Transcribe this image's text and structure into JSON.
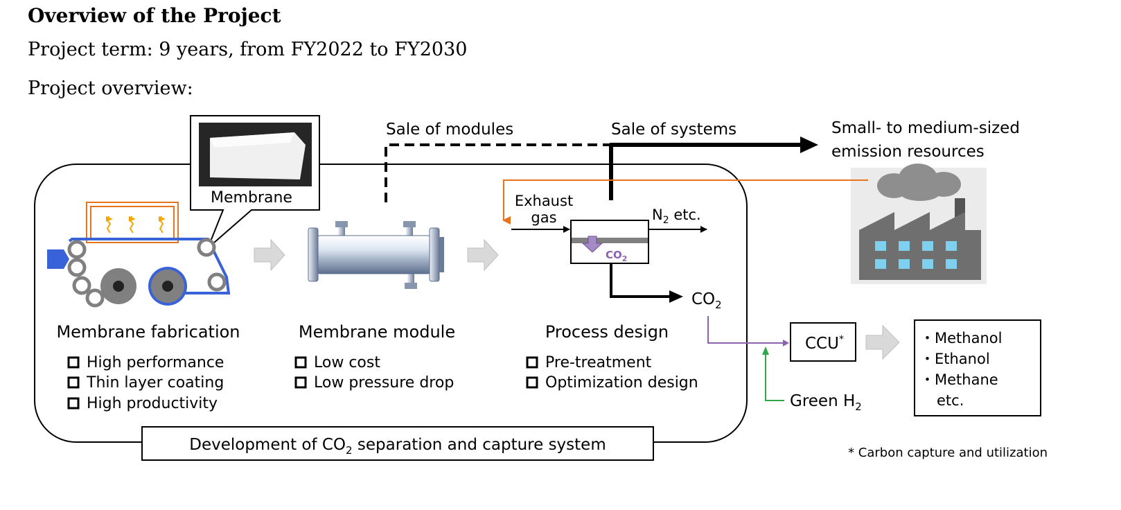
{
  "header": {
    "title": "Overview of the Project",
    "term": "Project term: 9 years, from FY2022 to FY2030",
    "overview_label": "Project overview:"
  },
  "diagram": {
    "membrane_photo_label": "Membrane",
    "sale_modules": "Sale of modules",
    "sale_systems": "Sale of systems",
    "emitters_line1": "Small- to medium-sized",
    "emitters_line2": "emission resources",
    "exhaust_line1": "Exhaust",
    "exhaust_line2": "gas",
    "n2_prefix": "N",
    "n2_sub": "2",
    "n2_suffix": " etc.",
    "co2_in_box_prefix": "CO",
    "co2_in_box_sub": "2",
    "co2_out_prefix": "CO",
    "co2_out_sub": "2",
    "sections": [
      {
        "title": "Membrane fabrication",
        "items": [
          "High performance",
          "Thin layer coating",
          "High productivity"
        ]
      },
      {
        "title": "Membrane module",
        "items": [
          "Low cost",
          "Low pressure drop"
        ]
      },
      {
        "title": "Process design",
        "items": [
          "Pre-treatment",
          "Optimization design"
        ]
      }
    ],
    "development_prefix": "Development of CO",
    "development_sub": "2",
    "development_suffix": " separation and capture system",
    "ccu_label": "CCU",
    "ccu_mark": "*",
    "green_h2_prefix": "Green H",
    "green_h2_sub": "2",
    "products": [
      "・Methanol",
      "・Ethanol",
      "・Methane",
      "etc."
    ],
    "footnote": "* Carbon capture and utilization",
    "colors": {
      "orange": "#e8731a",
      "purple": "#8a62b0",
      "green": "#2ea84a",
      "blue": "#3a62d8",
      "gray_arrow": "#d9d9d9",
      "factory_wall": "#6f6f6f",
      "factory_window": "#7fd0ef"
    }
  }
}
